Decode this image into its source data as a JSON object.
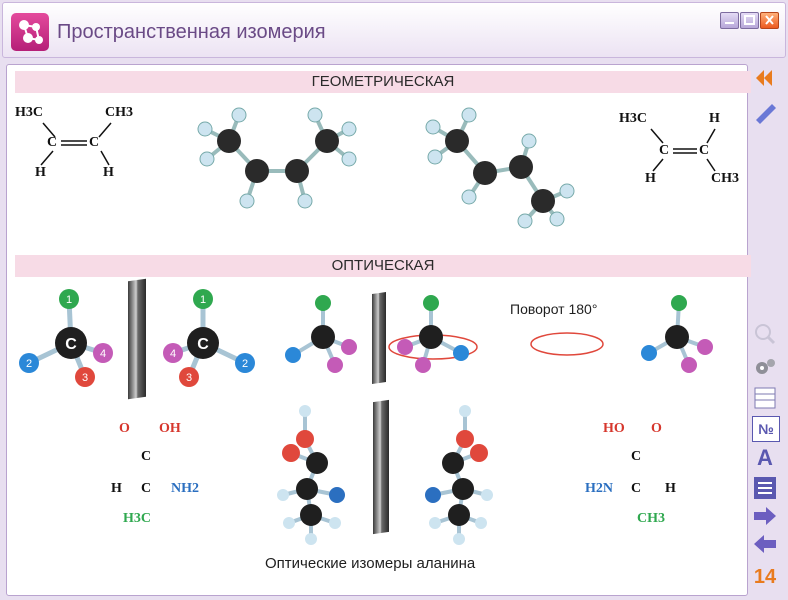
{
  "window": {
    "title": "Пространственная изомерия",
    "page_number": "14",
    "controls": [
      "minimize-icon",
      "maximize-icon",
      "close-icon"
    ]
  },
  "sections": {
    "geometric": "ГЕОМЕТРИЧЕСКАЯ",
    "optical": "ОПТИЧЕСКАЯ"
  },
  "geometric": {
    "cis": {
      "tl": "H3C",
      "tr": "CH3",
      "c1": "C",
      "c2": "C",
      "bl": "H",
      "br": "H"
    },
    "trans": {
      "tl": "H3C",
      "tr": "H",
      "c1": "C",
      "c2": "C",
      "bl": "H",
      "br": "CH3"
    }
  },
  "optical": {
    "rotation_label": "Поворот 180°",
    "center_label": "C",
    "substituent_numbers": [
      "1",
      "2",
      "3",
      "4"
    ]
  },
  "alanine": {
    "left": {
      "o": "O",
      "oh": "OH",
      "c_top": "C",
      "h": "H",
      "c_mid": "C",
      "nh2": "NH2",
      "ch3": "H3C"
    },
    "right": {
      "ho": "HO",
      "o": "O",
      "c_top": "C",
      "h2n": "H2N",
      "c_mid": "C",
      "h": "H",
      "ch3": "CH3"
    },
    "caption": "Оптические изомеры аланина"
  },
  "sidebar": [
    "back-icon",
    "pen-icon",
    "zoom-icon",
    "gears-icon",
    "table-icon",
    "number-icon",
    "font-icon",
    "list-icon",
    "next-icon",
    "prev-icon"
  ],
  "sidebar_labels": {
    "number": "№",
    "font": "A"
  },
  "colors": {
    "accent": "#e23b8b",
    "band": "#f7dbe6",
    "title": "#6a4a86"
  }
}
